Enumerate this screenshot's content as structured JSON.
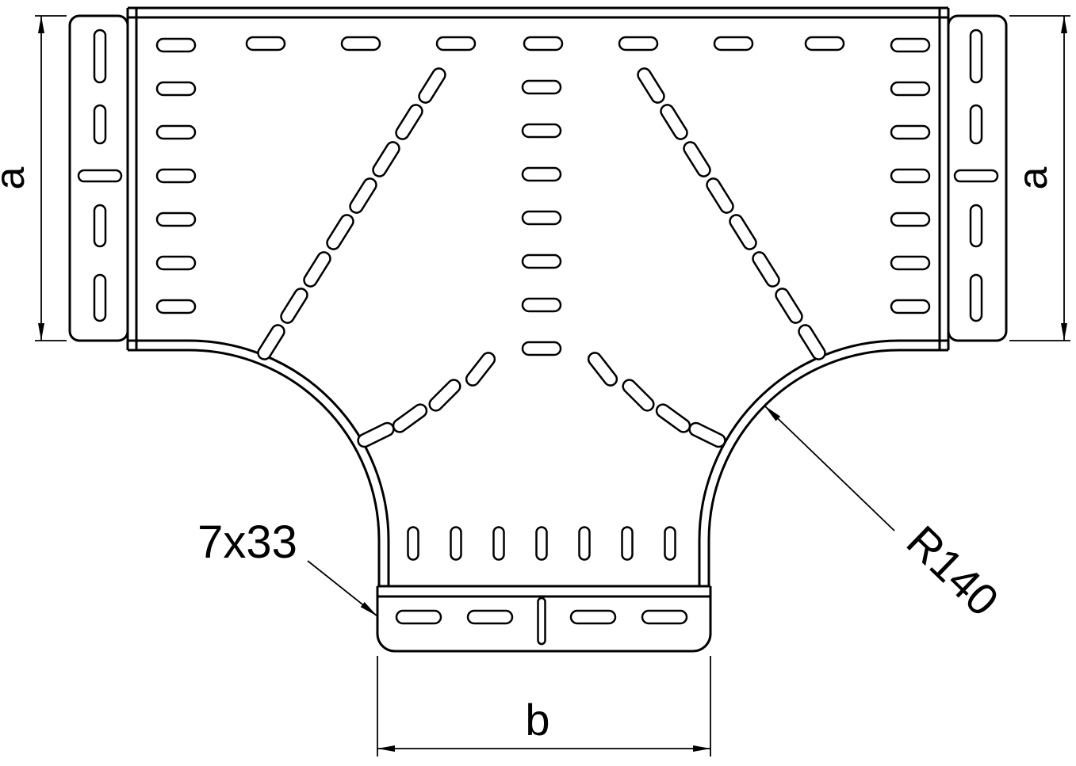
{
  "drawing": {
    "type": "technical-drawing-cable-tray-tee",
    "background_color": "#ffffff",
    "line_color": "#000000",
    "labels": {
      "dim_a_left": "a",
      "dim_a_right": "a",
      "dim_b": "b",
      "note_slots": "7x33",
      "note_radius": "R140"
    }
  }
}
